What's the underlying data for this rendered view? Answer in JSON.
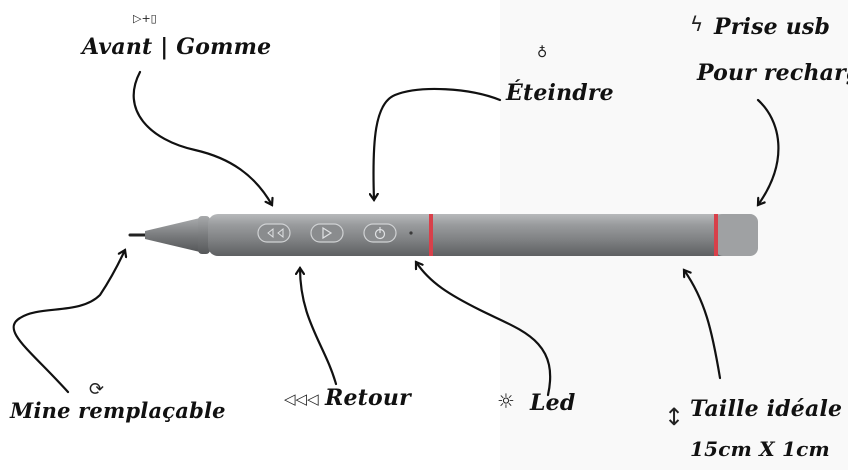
{
  "labels": {
    "avant_gomme": "Avant | Gomme",
    "eteindre": "Éteindre",
    "prise_usb": "Prise usb",
    "pour_recharge": "Pour recharge*",
    "mine": "Mine remplaçable",
    "retour": "Retour",
    "led": "Led",
    "taille": "Taille idéale",
    "dimensions": "15cm X 1cm"
  },
  "icons": {
    "avant_gomme": "play-plus-eraser-icon",
    "eteindre": "bulb-icon",
    "prise_usb": "lightning-icon",
    "mine": "refresh-icon",
    "retour": "rewind-icon",
    "led": "sun-icon",
    "taille": "vertical-arrows-icon"
  },
  "colors": {
    "pen_body": "#8e9092",
    "pen_ring": "#d8404a",
    "ink": "#111111"
  }
}
